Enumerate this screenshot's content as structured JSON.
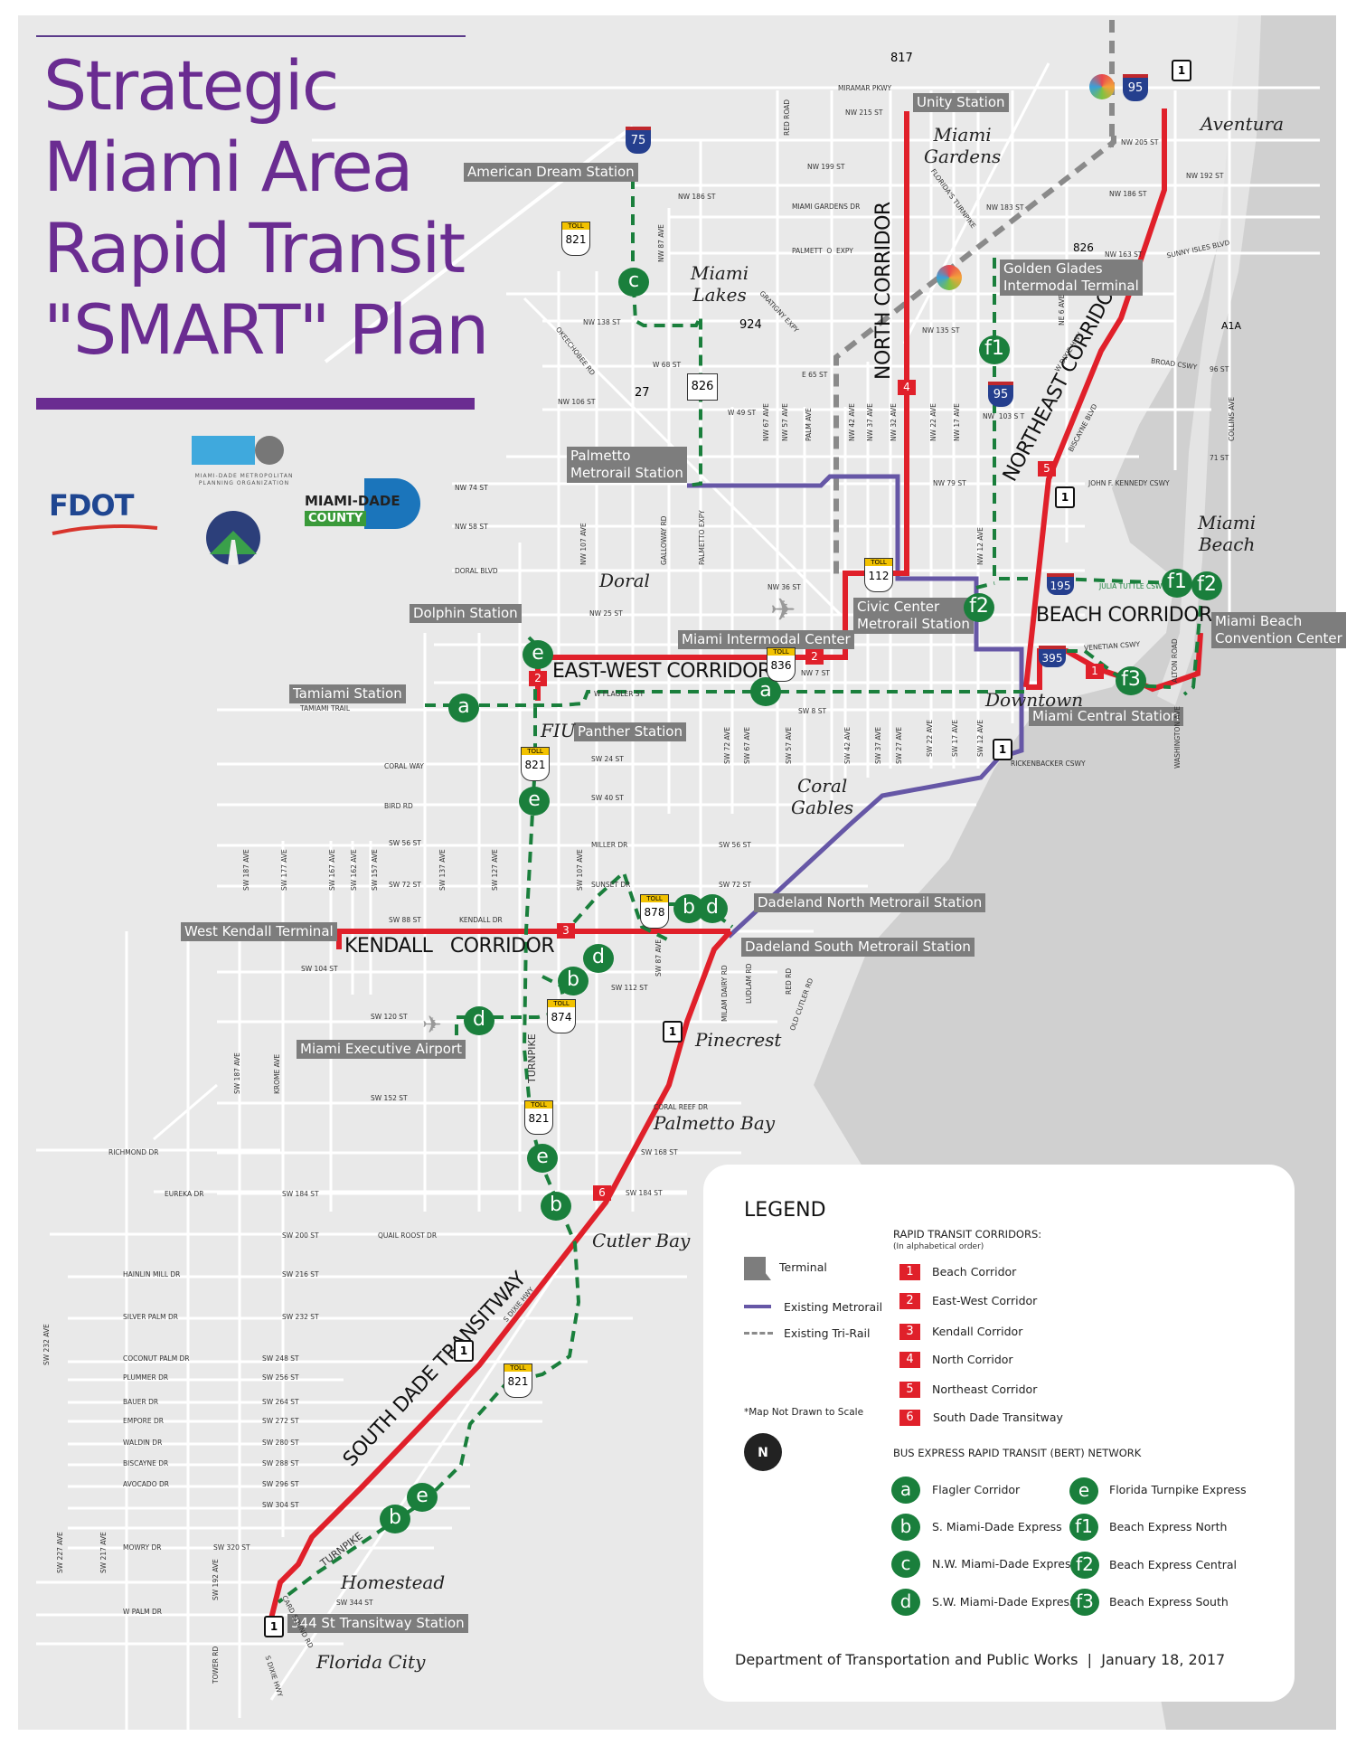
{
  "title": {
    "lines": [
      "Strategic",
      "Miami Area",
      "Rapid Transit",
      "\"SMART\" Plan"
    ]
  },
  "logos": {
    "fdot": "FDOT",
    "mpo": "MPO",
    "mpo_sub1": "MIAMI-DADE METROPOLITAN",
    "mpo_sub2": "PLANNING ORGANIZATION",
    "mdc_line1": "MIAMI-DADE",
    "mdc_line2": "COUNTY"
  },
  "colors": {
    "title_purple": "#6a2c91",
    "corridor_red": "#e0202a",
    "metrorail_purple": "#6657a6",
    "bert_green": "#1a7f3c",
    "trirail_gray": "#8a8a8a",
    "map_bg": "#e9e9e9",
    "water": "#cfcfcf",
    "station_label_bg": "#7d7d7d"
  },
  "stations": {
    "american_dream": "American Dream Station",
    "unity": "Unity Station",
    "golden_glades": [
      "Golden Glades",
      "Intermodal Terminal"
    ],
    "palmetto": [
      "Palmetto",
      "Metrorail Station"
    ],
    "dolphin": "Dolphin Station",
    "tamiami": "Tamiami Station",
    "panther": "Panther Station",
    "civic_center": [
      "Civic Center",
      "Metrorail Station"
    ],
    "miami_intermodal": "Miami Intermodal Center",
    "miami_central": "Miami Central Station",
    "mb_convention": [
      "Miami Beach",
      "Convention Center"
    ],
    "west_kendall": "West Kendall Terminal",
    "dadeland_north": "Dadeland North Metrorail Station",
    "dadeland_south": "Dadeland South Metrorail Station",
    "miami_exec_airport": "Miami Executive Airport",
    "st344": "344 St Transitway Station"
  },
  "places": {
    "aventura": "Aventura",
    "miami_gardens": [
      "Miami",
      "Gardens"
    ],
    "miami_lakes": [
      "Miami",
      "Lakes"
    ],
    "doral": "Doral",
    "fiu": "FIU",
    "downtown": "Downtown",
    "miami_beach": [
      "Miami",
      "Beach"
    ],
    "coral_gables": [
      "Coral",
      "Gables"
    ],
    "pinecrest": "Pinecrest",
    "palmetto_bay": "Palmetto Bay",
    "cutler_bay": "Cutler Bay",
    "homestead": "Homestead",
    "florida_city": "Florida City"
  },
  "corridor_labels": {
    "north": "NORTH CORRIDOR",
    "northeast": "NORTHEAST CORRIDOR",
    "east_west": "EAST-WEST CORRIDOR",
    "beach": "BEACH CORRIDOR",
    "kendall": "KENDALL   CORRIDOR",
    "south_dade": "SOUTH DADE TRANSITWAY"
  },
  "route_shields": {
    "i75": "75",
    "i95_north": "95",
    "i95_mid": "95",
    "i195": "195",
    "i395": "395",
    "toll821_a": "821",
    "toll821_b": "821",
    "toll821_c": "821",
    "toll821_d": "821",
    "toll112": "112",
    "toll836": "836",
    "toll878": "878",
    "toll874": "874",
    "sr826": "826",
    "us1_a": "1",
    "us1_b": "1",
    "us1_c": "1",
    "us1_d": "1",
    "us1_e": "1",
    "us1_f": "1",
    "r817": "817",
    "r924": "924",
    "r27": "27",
    "r826b": "826",
    "a1a": "A1A",
    "toll_tag": "TOLL"
  },
  "streets": {
    "miramar_pkwy": "MIRAMAR PKWY",
    "nw215": "NW 215 ST",
    "nw199": "NW 199 ST",
    "nw186": "NW 186 ST",
    "miami_gardens_dr": "MIAMI GARDENS DR",
    "palmetto_expy_n": "PALMETT  O  EXPY",
    "nw138": "NW 138 ST",
    "w68": "W 68 ST",
    "e65": "E 65 ST",
    "nw106": "NW 106 ST",
    "w49": "W 49 ST",
    "nw74": "NW 74 ST",
    "nw58": "NW 58 ST",
    "doral_blvd": "DORAL BLVD",
    "nw36": "NW 36 ST",
    "nw25": "NW 25 ST",
    "nw7": "NW 7 ST",
    "w_flagler": "W FLAGLER ST",
    "sw8": "SW 8 ST",
    "tamiami_trail": "TAMIAMI TRAIL",
    "coral_way": "CORAL WAY",
    "sw24": "SW 24 ST",
    "bird_rd": "BIRD RD",
    "sw40": "SW 40 ST",
    "sw56": "SW 56 ST",
    "miller_dr": "MILLER DR",
    "sw72": "SW 72 ST",
    "sunset_dr": "SUNSET DR",
    "sw88": "SW 88 ST",
    "kendall_dr": "KENDALL DR",
    "sw104": "SW 104 ST",
    "sw112": "SW 112 ST",
    "sw120": "SW 120 ST",
    "sw152": "SW 152 ST",
    "coral_reef_dr": "CORAL REEF DR",
    "sw168": "SW 168 ST",
    "sw184": "SW 184 ST",
    "richmond_dr": "RICHMOND DR",
    "eureka_dr": "EUREKA DR",
    "sw200": "SW 200 ST",
    "quail_roost": "QUAIL ROOST DR",
    "hainlin_mill": "HAINLIN MILL DR",
    "sw216": "SW 216 ST",
    "silver_palm": "SILVER PALM DR",
    "sw232": "SW 232 ST",
    "coconut_palm": "COCONUT PALM DR",
    "sw248": "SW 248 ST",
    "plummer": "PLUMMER DR",
    "sw256": "SW 256 ST",
    "bauer": "BAUER DR",
    "sw264": "SW 264 ST",
    "empore": "EMPORE DR",
    "sw272": "SW 272 ST",
    "waldin": "WALDIN DR",
    "sw280": "SW 280 ST",
    "biscayne_dr": "BISCAYNE DR",
    "sw288": "SW 288 ST",
    "avocado": "AVOCADO DR",
    "sw296": "SW 296 ST",
    "sw304": "SW 304 ST",
    "mowry": "MOWRY DR",
    "sw320": "SW 320 ST",
    "sw344": "SW 344 ST",
    "w_palm": "W PALM DR",
    "nw205": "NW 205 ST",
    "nw192": "NW 192 ST",
    "nw186e": "NW 186 ST",
    "nw183": "NW 183 ST",
    "nw163": "NW 163 ST",
    "sunny_isles": "SUNNY ISLES BLVD",
    "nw135": "NW 135 ST",
    "broad_cswy": "BROAD CSWY",
    "st96": "96 ST",
    "nw103": "NW  103 S T",
    "st71": "71 ST",
    "jfk_cswy": "JOHN F. KENNEDY CSWY",
    "nw79": "NW 79 ST",
    "julia_tuttle": "JULIA TUTTLE CSWY",
    "venetian": "VENETIAN CSWY",
    "rickenbacker": "RICKENBACKER CSWY",
    "floridas_turnpike": "FLORIDA'S TURNPIKE",
    "gratigny": "GRATIGNY EXPY",
    "okeechobee": "OKEECHOBEE RD",
    "w_dixie_hwy": "W DIXIE HWY",
    "biscayne_blvd": "BISCAYNE BLVD",
    "s_dixie_hwy": "S DIXIE HWY",
    "turnpike_s": "TURNPIKE",
    "turnpike_mid": "TURNPIKE",
    "card_sound": "CARD SOUND RD",
    "s_dixie_hwy2": "S DIXIE HWY"
  },
  "avenues": {
    "red_road": "RED ROAD",
    "nw87": "NW 87 AVE",
    "nw107": "NW 107 AVE",
    "galloway": "GALLOWAY RD",
    "palmetto_expy": "PALMETTO EXPY",
    "nw67": "NW 67 AVE",
    "nw57": "NW 57 AVE",
    "palm_ave": "PALM AVE",
    "nw42": "NW 42 AVE",
    "nw37": "NW 37 AVE",
    "nw32": "NW 32 AVE",
    "nw22": "NW 22 AVE",
    "nw17": "NW 17 AVE",
    "nw12": "NW 12 AVE",
    "ne6": "NE 6 AVE",
    "collins": "COLLINS AVE",
    "alton": "ALTON ROAD",
    "washington": "WASHINGTON AVE",
    "sw72": "SW 72 AVE",
    "sw67": "SW 67 AVE",
    "sw57": "SW 57 AVE",
    "sw42": "SW 42 AVE",
    "sw37": "SW 37 AVE",
    "sw27": "SW 27 AVE",
    "sw22": "SW 22 AVE",
    "sw17": "SW 17 AVE",
    "sw12": "SW 12 AVE",
    "sw187": "SW 187 AVE",
    "sw177": "SW 177 AVE",
    "sw167": "SW 167 AVE",
    "sw162": "SW 162 AVE",
    "sw157": "SW 157 AVE",
    "sw137": "SW 137 AVE",
    "sw127": "SW 127 AVE",
    "sw107": "SW 107 AVE",
    "sw87": "SW 87 AVE",
    "milam_dairy": "MILAM DAIRY RD",
    "ludlam": "LUDLAM RD",
    "red_rd_s": "RED RD",
    "old_cutler": "OLD CUTLER RD",
    "sw187b": "SW 187 AVE",
    "krome": "KROME AVE",
    "sw232": "SW 232 AVE",
    "sw227": "SW 227 AVE",
    "sw217": "SW 217 AVE",
    "sw192": "SW 192 AVE",
    "tower_rd": "TOWER RD"
  },
  "route_markers": [
    {
      "id": "c",
      "label": "c"
    },
    {
      "id": "f1",
      "label": "f1"
    },
    {
      "id": "f2",
      "label": "f2"
    },
    {
      "id": "f3",
      "label": "f3"
    },
    {
      "id": "e",
      "label": "e"
    },
    {
      "id": "a",
      "label": "a"
    },
    {
      "id": "b",
      "label": "b"
    },
    {
      "id": "d",
      "label": "d"
    }
  ],
  "corridor_numbers": [
    "1",
    "2",
    "3",
    "4",
    "5",
    "6"
  ],
  "legend": {
    "heading": "LEGEND",
    "terminal": "Terminal",
    "metrorail": "Existing Metrorail",
    "trirail": "Existing Tri-Rail",
    "scale_note": "*Map Not Drawn to Scale",
    "north": "N",
    "rtc_heading": "RAPID TRANSIT CORRIDORS:",
    "rtc_sub": "(In alphabetical order)",
    "corridors": [
      {
        "num": "1",
        "name": "Beach Corridor"
      },
      {
        "num": "2",
        "name": "East-West Corridor"
      },
      {
        "num": "3",
        "name": "Kendall Corridor"
      },
      {
        "num": "4",
        "name": "North Corridor"
      },
      {
        "num": "5",
        "name": "Northeast Corridor"
      },
      {
        "num": "6",
        "name": "South Dade Transitway"
      }
    ],
    "bert_heading": "BUS EXPRESS RAPID TRANSIT (BERT) NETWORK",
    "bert": [
      {
        "code": "a",
        "name": "Flagler Corridor"
      },
      {
        "code": "b",
        "name": "S. Miami-Dade Express"
      },
      {
        "code": "c",
        "name": "N.W. Miami-Dade Express"
      },
      {
        "code": "d",
        "name": "S.W. Miami-Dade Express"
      },
      {
        "code": "e",
        "name": "Florida Turnpike Express"
      },
      {
        "code": "f1",
        "name": "Beach Express North"
      },
      {
        "code": "f2",
        "name": "Beach Express Central"
      },
      {
        "code": "f3",
        "name": "Beach Express South"
      }
    ],
    "footer": "Department of Transportation and Public Works  |  January 18, 2017"
  }
}
